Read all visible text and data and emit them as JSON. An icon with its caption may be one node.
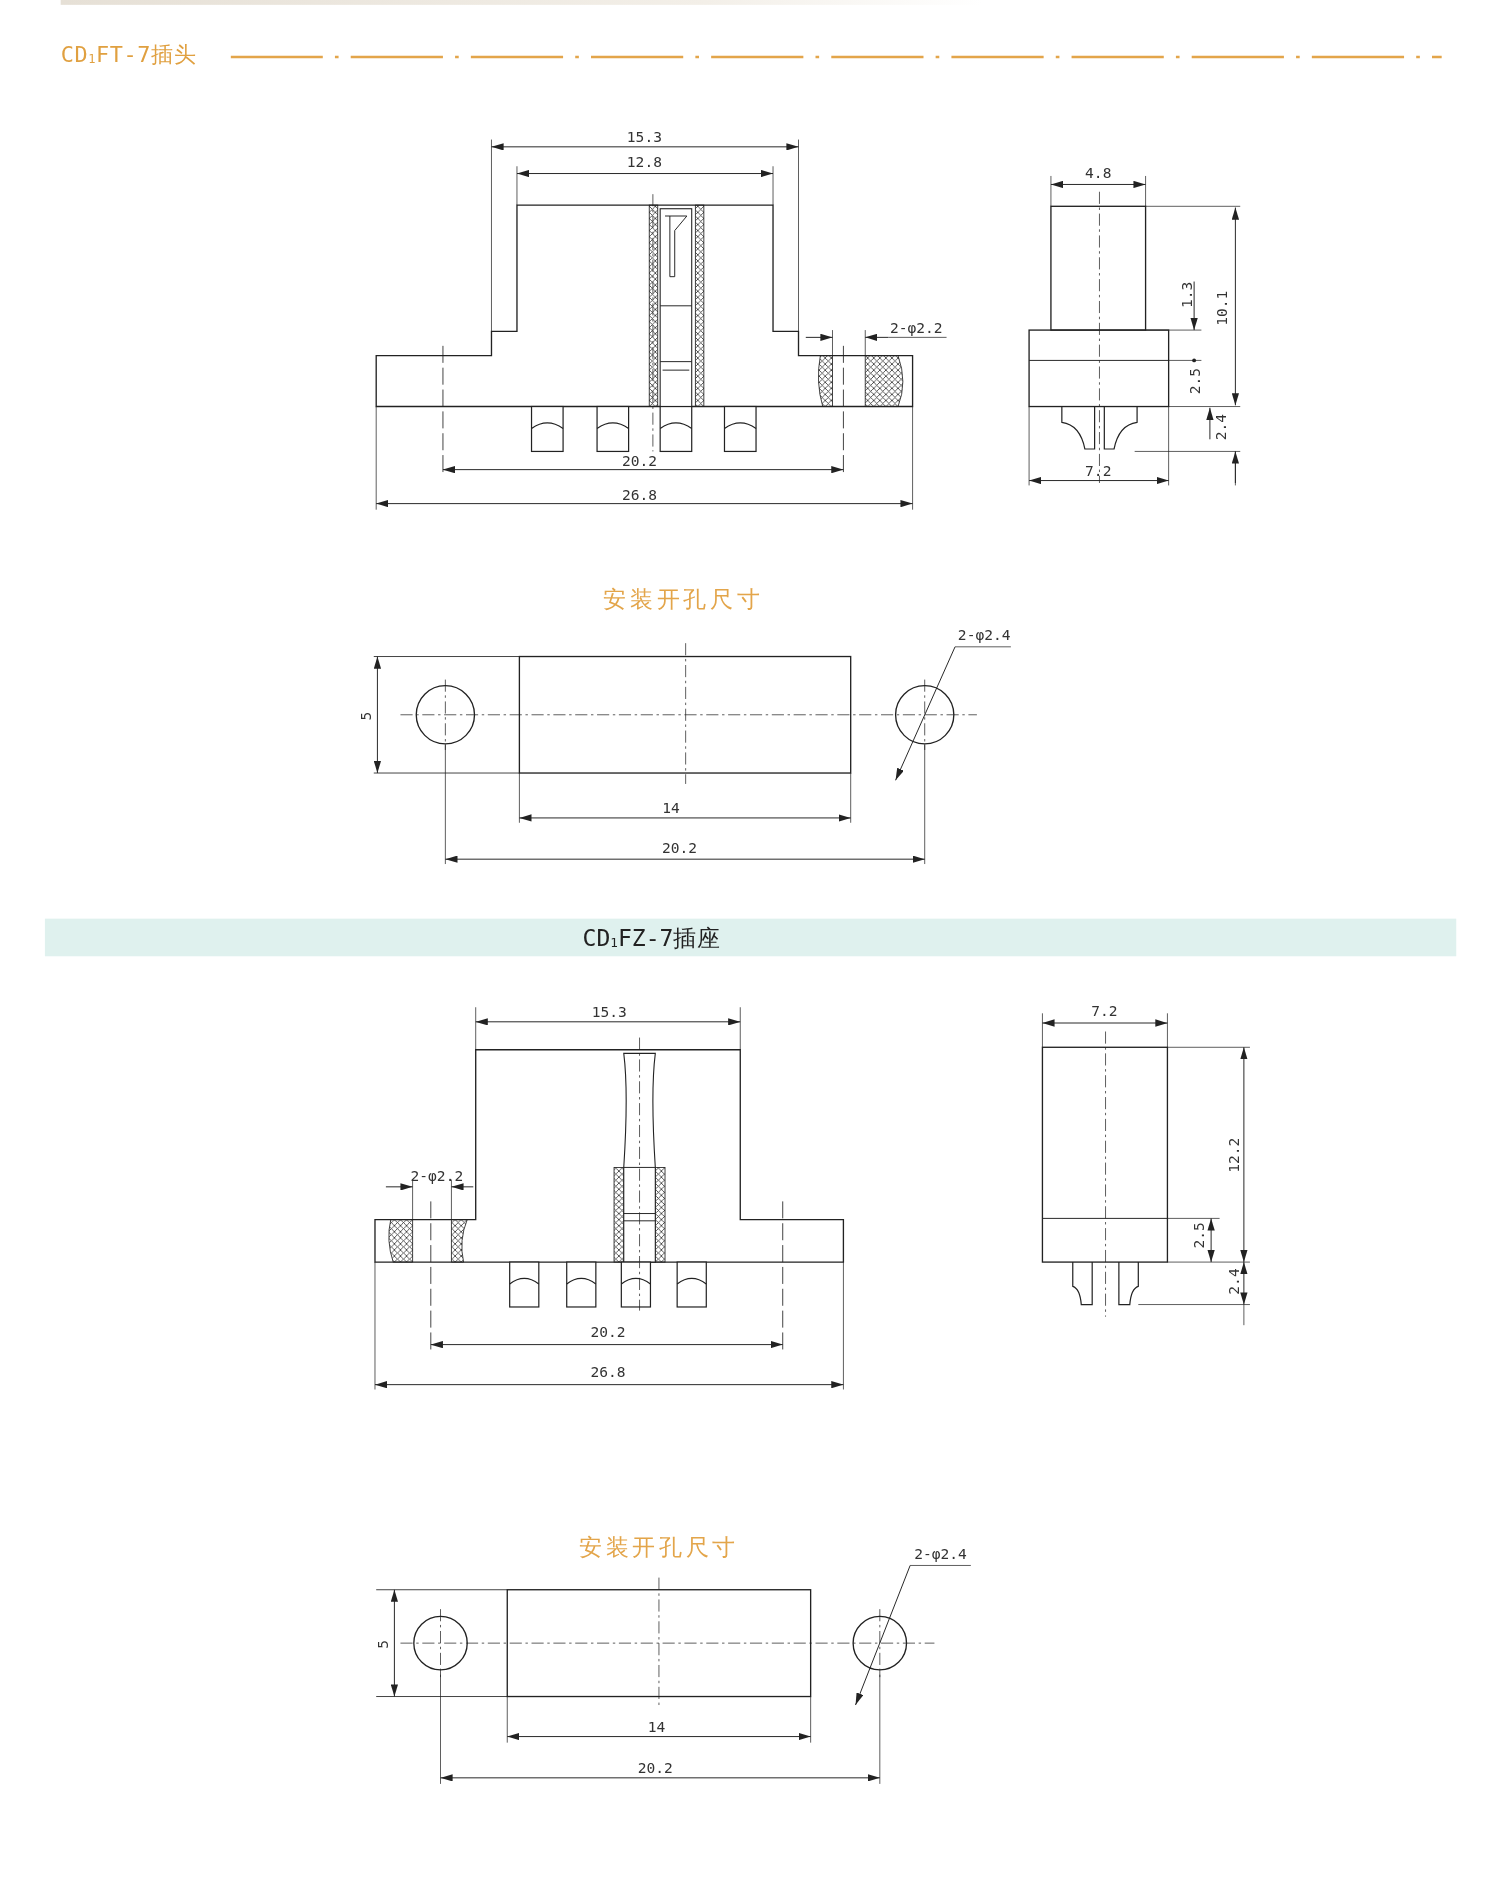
{
  "diagram": {
    "labels": [
      "CD$_{1}$FT-7插头",
      "15.3",
      "12.8",
      "4.8",
      "1.3",
      "10.1",
      "2-φ2.2",
      "2.5",
      "2.4",
      "20.2",
      "7.2",
      "26.8",
      "安装开孔尺寸",
      "2-φ2.4",
      "5",
      "14",
      "20.2",
      "CD$_{1}$FZ-7插座",
      "15.3",
      "7.2",
      "12.2",
      "2-φ2.2",
      "2.5",
      "20.2",
      "2.4",
      "26.8",
      "安装开孔尺寸",
      "2-φ2.4",
      "5",
      "14",
      "20.2"
    ]
  }
}
